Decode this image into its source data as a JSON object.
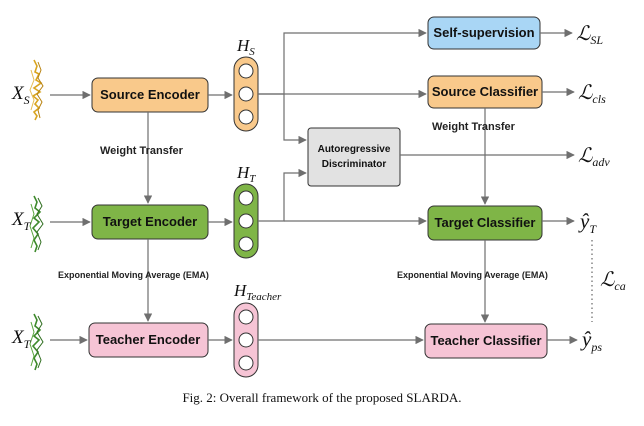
{
  "blocks": {
    "self_supervision": "Self-supervision",
    "source_encoder": "Source Encoder",
    "source_classifier": "Source Classifier",
    "discriminator_line1": "Autoregressive",
    "discriminator_line2": "Discriminator",
    "target_encoder": "Target Encoder",
    "target_classifier": "Target Classifier",
    "teacher_encoder": "Teacher Encoder",
    "teacher_classifier": "Teacher Classifier"
  },
  "edge_labels": {
    "weight_transfer_left": "Weight Transfer",
    "weight_transfer_right": "Weight Transfer",
    "ema_left": "Exponential Moving  Average (EMA)",
    "ema_right": "Exponential Moving  Average (EMA)"
  },
  "symbols": {
    "x_s": {
      "base": "X",
      "sub": "S"
    },
    "x_t_top": {
      "base": "X",
      "sub": "T"
    },
    "x_t_bottom": {
      "base": "X",
      "sub": "T"
    },
    "h_s": {
      "base": "H",
      "sub": "S"
    },
    "h_t": {
      "base": "H",
      "sub": "T"
    },
    "h_teacher": {
      "base": "H",
      "sub": "Teacher"
    },
    "l_sl": {
      "base": "ℒ",
      "sub": "SL"
    },
    "l_cls": {
      "base": "ℒ",
      "sub": "cls"
    },
    "l_adv": {
      "base": "ℒ",
      "sub": "adv"
    },
    "l_ca": {
      "base": "ℒ",
      "sub": "ca"
    },
    "y_t": {
      "base": "ŷ",
      "sub": "T"
    },
    "y_ps": {
      "base": "ŷ",
      "sub": "ps"
    }
  },
  "caption": "Fig. 2: Overall framework of the proposed SLARDA.",
  "colors": {
    "orange": "#F9C98B",
    "blue": "#A9D6F5",
    "green": "#7FB547",
    "pink": "#F6C4D5",
    "gray": "#E2E2E2",
    "arrow": "#6F6F6F",
    "signal_source": "#D9A521",
    "signal_target": "#3E8A2C"
  }
}
